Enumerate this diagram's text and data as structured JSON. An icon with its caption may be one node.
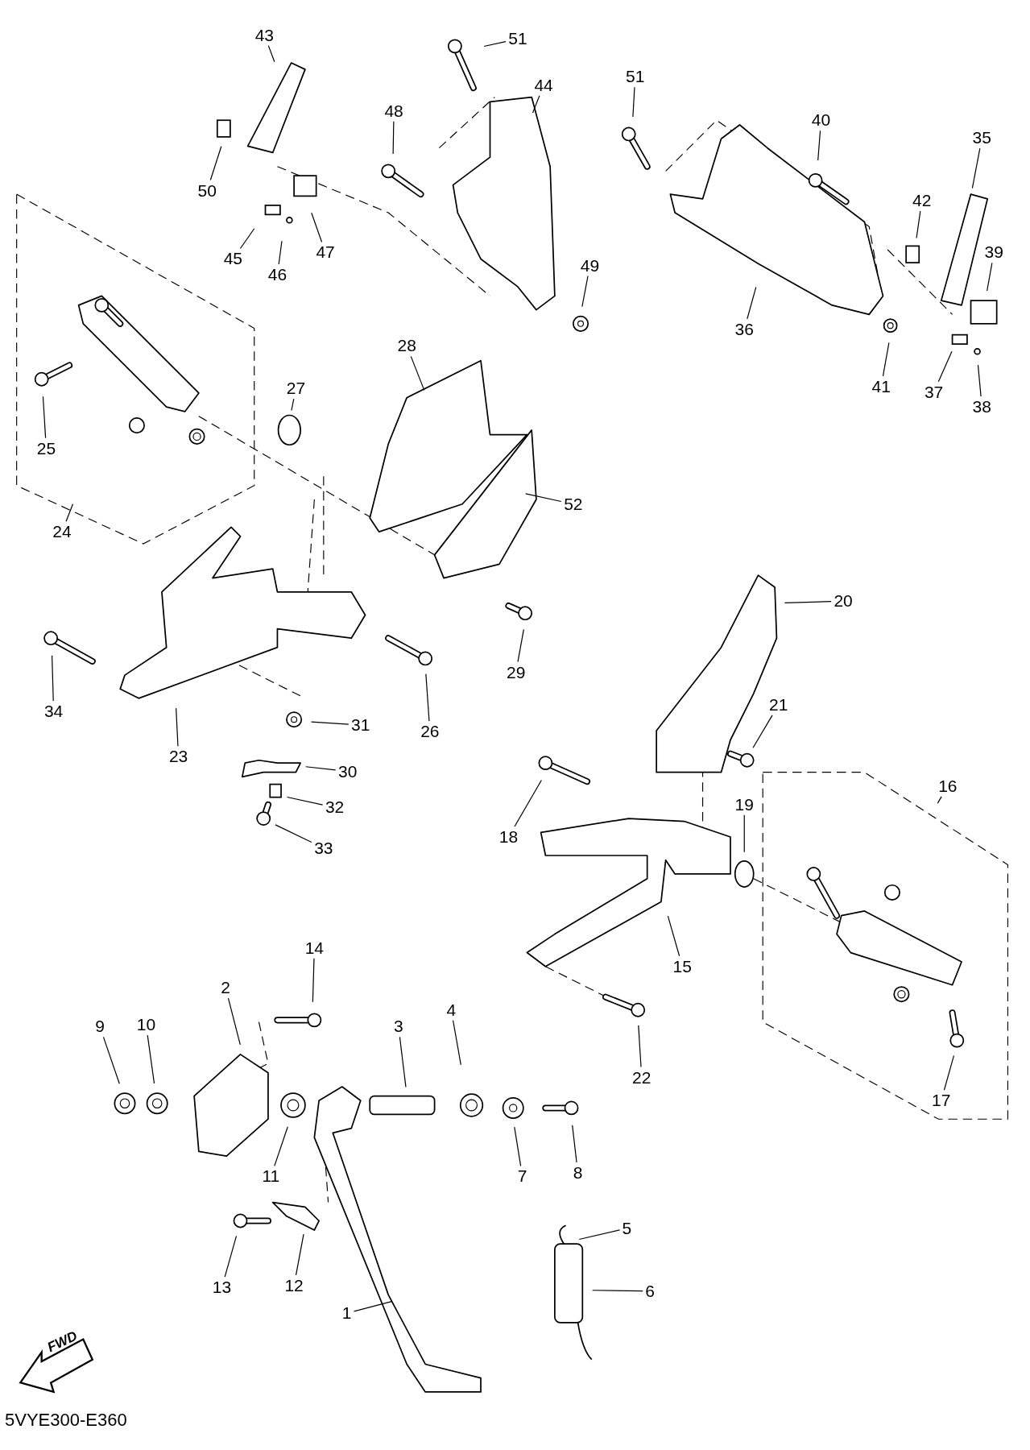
{
  "diagram": {
    "nodes": [
      {
        "text": [
          "43"
        ]
      },
      {
        "text": [
          "51"
        ]
      },
      {
        "text": [
          "44"
        ]
      },
      {
        "text": [
          "48"
        ]
      },
      {
        "text": [
          "50"
        ]
      },
      {
        "text": [
          "45"
        ]
      },
      {
        "text": [
          "46"
        ]
      },
      {
        "text": [
          "47"
        ]
      },
      {
        "text": [
          "49"
        ]
      },
      {
        "text": [
          "51"
        ]
      },
      {
        "text": [
          "40"
        ]
      },
      {
        "text": [
          "35"
        ]
      },
      {
        "text": [
          "42"
        ]
      },
      {
        "text": [
          "39"
        ]
      },
      {
        "text": [
          "36"
        ]
      },
      {
        "text": [
          "41"
        ]
      },
      {
        "text": [
          "37"
        ]
      },
      {
        "text": [
          "38"
        ]
      },
      {
        "text": [
          "28"
        ]
      },
      {
        "text": [
          "27"
        ]
      },
      {
        "text": [
          "25"
        ]
      },
      {
        "text": [
          "24"
        ]
      },
      {
        "text": [
          "52"
        ]
      },
      {
        "text": [
          "20"
        ]
      },
      {
        "text": [
          "29"
        ]
      },
      {
        "text": [
          "34"
        ]
      },
      {
        "text": [
          "26"
        ]
      },
      {
        "text": [
          "23"
        ]
      },
      {
        "text": [
          "31"
        ]
      },
      {
        "text": [
          "30"
        ]
      },
      {
        "text": [
          "32"
        ]
      },
      {
        "text": [
          "33"
        ]
      },
      {
        "text": [
          "21"
        ]
      },
      {
        "text": [
          "16"
        ]
      },
      {
        "text": [
          "19"
        ]
      },
      {
        "text": [
          "18"
        ]
      },
      {
        "text": [
          "15"
        ]
      },
      {
        "text": [
          "14"
        ]
      },
      {
        "text": [
          "2"
        ]
      },
      {
        "text": [
          "9"
        ]
      },
      {
        "text": [
          "10"
        ]
      },
      {
        "text": [
          "3"
        ]
      },
      {
        "text": [
          "4"
        ]
      },
      {
        "text": [
          "22"
        ]
      },
      {
        "text": [
          "17"
        ]
      },
      {
        "text": [
          "11"
        ]
      },
      {
        "text": [
          "7"
        ]
      },
      {
        "text": [
          "8"
        ]
      },
      {
        "text": [
          "13"
        ]
      },
      {
        "text": [
          "12"
        ]
      },
      {
        "text": [
          "5"
        ]
      },
      {
        "text": [
          "6"
        ]
      },
      {
        "text": [
          "1"
        ]
      }
    ],
    "edges": [
      {
        "from": 0,
        "to": null,
        "arrow": "none"
      },
      {
        "from": 1,
        "to": null,
        "arrow": "none"
      },
      {
        "from": 2,
        "to": null,
        "arrow": "none"
      },
      {
        "from": 3,
        "to": null,
        "arrow": "none"
      },
      {
        "from": 4,
        "to": null,
        "arrow": "none"
      },
      {
        "from": 5,
        "to": null,
        "arrow": "none"
      },
      {
        "from": 6,
        "to": null,
        "arrow": "none"
      },
      {
        "from": 7,
        "to": null,
        "arrow": "none"
      },
      {
        "from": 8,
        "to": null,
        "arrow": "none"
      },
      {
        "from": 9,
        "to": null,
        "arrow": "none"
      },
      {
        "from": 10,
        "to": null,
        "arrow": "none"
      },
      {
        "from": 11,
        "to": null,
        "arrow": "none"
      },
      {
        "from": 12,
        "to": null,
        "arrow": "none"
      },
      {
        "from": 13,
        "to": null,
        "arrow": "none"
      },
      {
        "from": 14,
        "to": null,
        "arrow": "none"
      },
      {
        "from": 15,
        "to": null,
        "arrow": "none"
      },
      {
        "from": 16,
        "to": null,
        "arrow": "none"
      },
      {
        "from": 17,
        "to": null,
        "arrow": "none"
      },
      {
        "from": 18,
        "to": null,
        "arrow": "none"
      },
      {
        "from": 19,
        "to": null,
        "arrow": "none"
      },
      {
        "from": 20,
        "to": null,
        "arrow": "none"
      },
      {
        "from": 21,
        "to": null,
        "arrow": "none"
      },
      {
        "from": 22,
        "to": null,
        "arrow": "none"
      },
      {
        "from": 23,
        "to": null,
        "arrow": "none"
      },
      {
        "from": 24,
        "to": null,
        "arrow": "none"
      },
      {
        "from": 25,
        "to": null,
        "arrow": "none"
      },
      {
        "from": 26,
        "to": null,
        "arrow": "none"
      },
      {
        "from": 27,
        "to": null,
        "arrow": "none"
      },
      {
        "from": 28,
        "to": null,
        "arrow": "none"
      },
      {
        "from": 29,
        "to": null,
        "arrow": "none"
      },
      {
        "from": 30,
        "to": null,
        "arrow": "none"
      },
      {
        "from": 31,
        "to": null,
        "arrow": "none"
      },
      {
        "from": 32,
        "to": null,
        "arrow": "none"
      },
      {
        "from": 33,
        "to": null,
        "arrow": "none"
      },
      {
        "from": 34,
        "to": null,
        "arrow": "none"
      },
      {
        "from": 35,
        "to": null,
        "arrow": "none"
      },
      {
        "from": 36,
        "to": null,
        "arrow": "none"
      },
      {
        "from": 37,
        "to": null,
        "arrow": "none"
      },
      {
        "from": 38,
        "to": null,
        "arrow": "none"
      },
      {
        "from": 39,
        "to": null,
        "arrow": "none"
      },
      {
        "from": 40,
        "to": null,
        "arrow": "none"
      },
      {
        "from": 41,
        "to": null,
        "arrow": "none"
      },
      {
        "from": 42,
        "to": null,
        "arrow": "none"
      },
      {
        "from": 43,
        "to": null,
        "arrow": "none"
      },
      {
        "from": 44,
        "to": null,
        "arrow": "none"
      },
      {
        "from": 45,
        "to": null,
        "arrow": "none"
      },
      {
        "from": 46,
        "to": null,
        "arrow": "none"
      },
      {
        "from": 47,
        "to": null,
        "arrow": "none"
      },
      {
        "from": 48,
        "to": null,
        "arrow": "none"
      },
      {
        "from": 49,
        "to": null,
        "arrow": "none"
      },
      {
        "from": 50,
        "to": null,
        "arrow": "none"
      },
      {
        "from": 51,
        "to": null,
        "arrow": "none"
      },
      {
        "from": 52,
        "to": null,
        "arrow": "none"
      }
    ],
    "labels": [
      "FWD",
      "5VYE300-E360"
    ]
  }
}
